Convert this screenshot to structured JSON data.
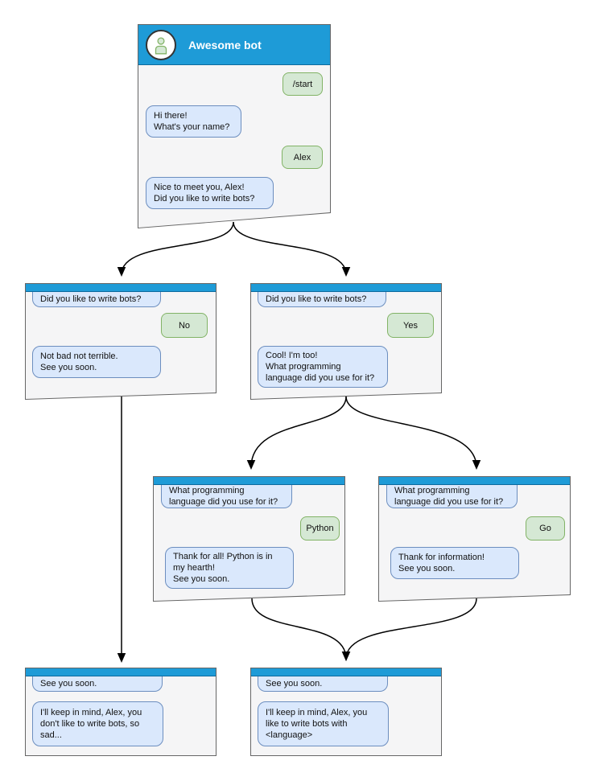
{
  "colors": {
    "header_blue": "#1e9bd7",
    "header_border": "#0c6a9e",
    "bot_bubble_fill": "#dae8fc",
    "bot_bubble_border": "#6c8ebf",
    "user_bubble_fill": "#d5e8d4",
    "user_bubble_border": "#82b366",
    "window_body": "#f5f5f6",
    "window_border": "#666666",
    "arrow": "#000000"
  },
  "windows": {
    "start": {
      "title": "Awesome bot",
      "avatar_icon": "person-icon",
      "messages": {
        "start_cmd": "/start",
        "greeting": "Hi there!\nWhat's your name?",
        "name_reply": "Alex",
        "question": "Nice to meet you, Alex!\nDid you like to write bots?"
      }
    },
    "branch_no": {
      "header_question": "Did you like to write bots?",
      "answer": "No",
      "reply": "Not bad not terrible.\nSee you soon."
    },
    "branch_yes": {
      "header_question": "Did you like to write bots?",
      "answer": "Yes",
      "reply": "Cool! I'm too!\nWhat programming\nlanguage did you use for it?"
    },
    "branch_python": {
      "header_question": "What programming\nlanguage did you use for it?",
      "answer": "Python",
      "reply": "Thank for all! Python is in\nmy hearth!\nSee you soon."
    },
    "branch_go": {
      "header_question": "What programming\nlanguage did you use for it?",
      "answer": "Go",
      "reply": "Thank for information!\nSee you soon."
    },
    "final_no": {
      "header_question": "See you soon.",
      "reply": "I'll keep in mind, Alex, you\ndon't like to write bots, so\nsad..."
    },
    "final_yes": {
      "header_question": "See you soon.",
      "reply": "I'll keep in mind, Alex, you\nlike to write bots with\n<language>"
    }
  }
}
